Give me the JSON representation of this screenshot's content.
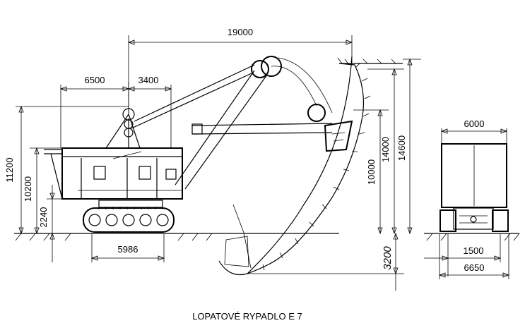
{
  "title": "LOPATOVÉ RYPADLO E 7",
  "dimensions": {
    "reach": "19000",
    "rear": "6500",
    "boom_foot": "3400",
    "height_total": "11200",
    "height_body": "10200",
    "height_base": "2240",
    "track_length": "5986",
    "dump_height": "10000",
    "cut_height": "14000",
    "max_height": "14600",
    "dig_depth": "3200",
    "front_width": "6000",
    "track_gauge": "1500",
    "overall_width": "6650"
  }
}
